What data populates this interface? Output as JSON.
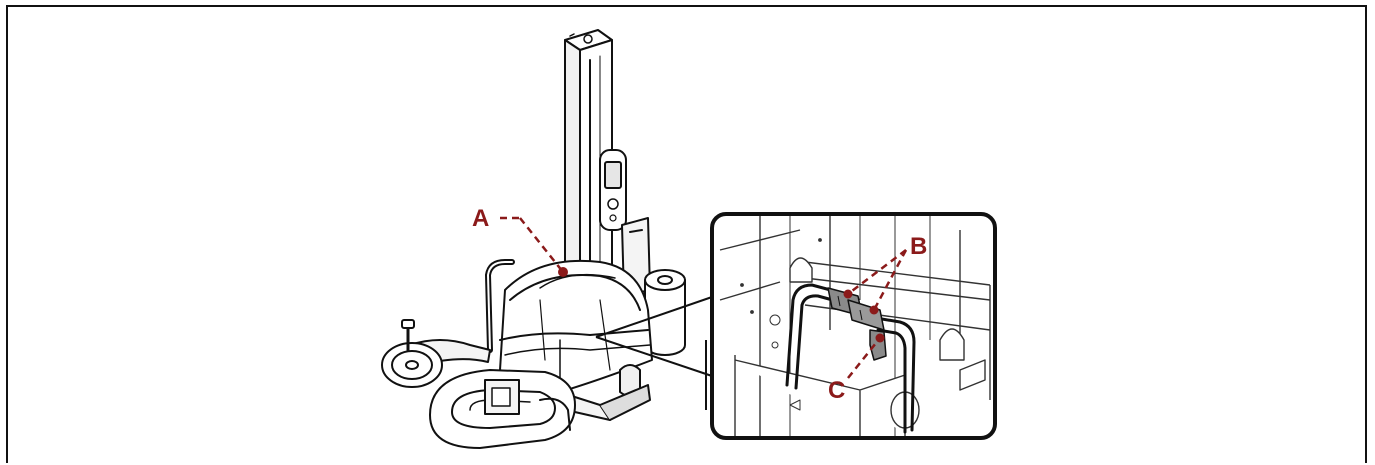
{
  "figure": {
    "callouts": {
      "a": "A",
      "b": "B",
      "c": "C"
    }
  },
  "colors": {
    "callout": "#8b1a1a",
    "line": "#111111",
    "fill": "#ffffff",
    "shade": "#d9d9d9",
    "plug": "#8a8a8a"
  },
  "icons": {
    "machine": "stretch-wrapper-machine-illustration",
    "detail": "battery-connector-detail-illustration"
  }
}
